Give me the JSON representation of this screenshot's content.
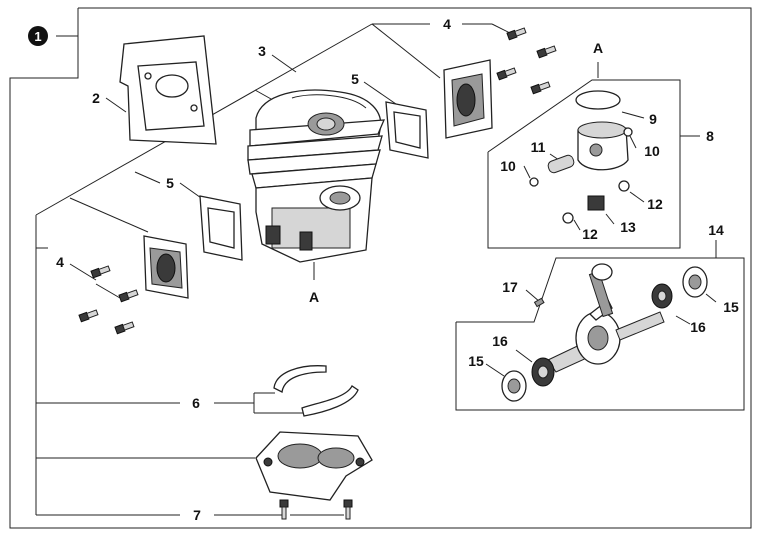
{
  "diagram": {
    "badge": "1",
    "section_letter": "A",
    "labels": {
      "l2": "2",
      "l3": "3",
      "l4_top": "4",
      "l4_left": "4",
      "l5_top": "5",
      "l5_left": "5",
      "l6": "6",
      "l7": "7",
      "l8": "8",
      "l9": "9",
      "l10_left": "10",
      "l10_right": "10",
      "l11": "11",
      "l12_left": "12",
      "l12_right": "12",
      "l13": "13",
      "l14": "14",
      "l15_left": "15",
      "l15_right": "15",
      "l16_left": "16",
      "l16_right": "16",
      "l17": "17"
    }
  }
}
